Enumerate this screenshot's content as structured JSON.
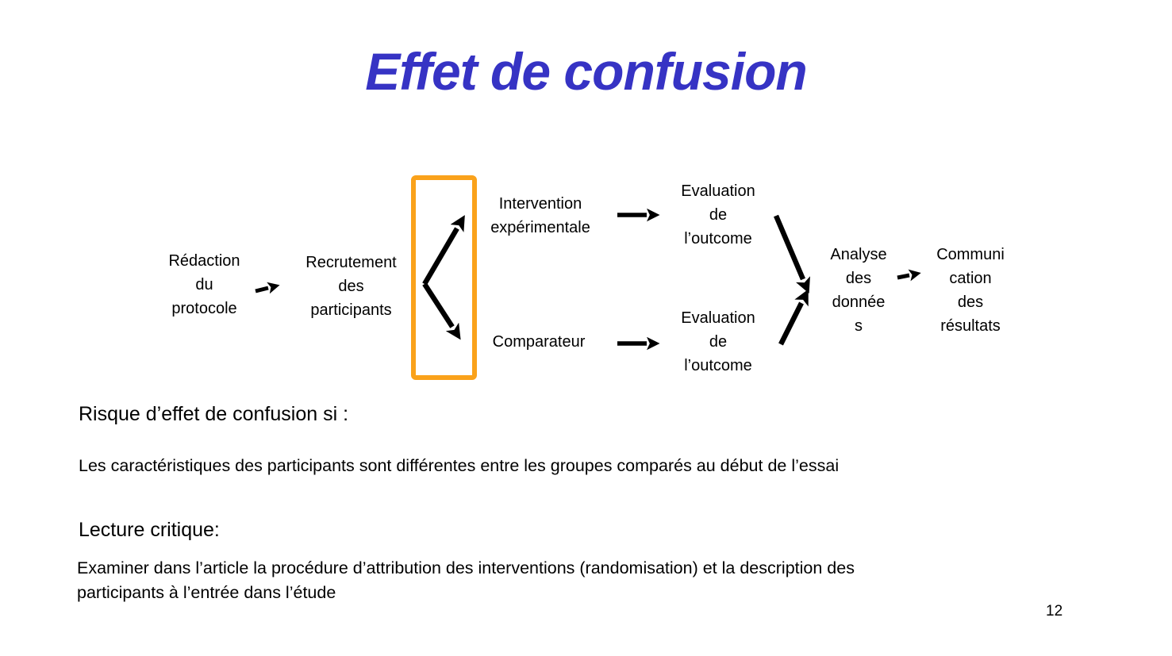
{
  "title": "Effet de confusion",
  "colors": {
    "title_blue": "#3633c4",
    "highlight_orange": "#faa21b",
    "text_black": "#000000",
    "background": "#ffffff"
  },
  "flow": {
    "redaction": "Rédaction\ndu\nprotocole",
    "recrutement": "Recrutement\ndes\nparticipants",
    "intervention": "Intervention\nexpérimentale",
    "comparateur": "Comparateur",
    "evaluation_top": "Evaluation\nde\nl’outcome",
    "evaluation_bottom": "Evaluation\nde\nl’outcome",
    "analyse": "Analyse\ndes\ndonnée\ns",
    "communication": "Communi\ncation\ndes\nrésultats"
  },
  "body": {
    "risk_heading": "Risque d’effet de confusion si :",
    "risk_text": "Les caractéristiques des participants sont différentes entre les groupes comparés au début de l’essai",
    "critique_heading": "Lecture critique:",
    "critique_text": "Examiner dans l’article la procédure d’attribution des interventions (randomisation) et la description des\nparticipants à l’entrée dans l’étude"
  },
  "page_number": "12"
}
